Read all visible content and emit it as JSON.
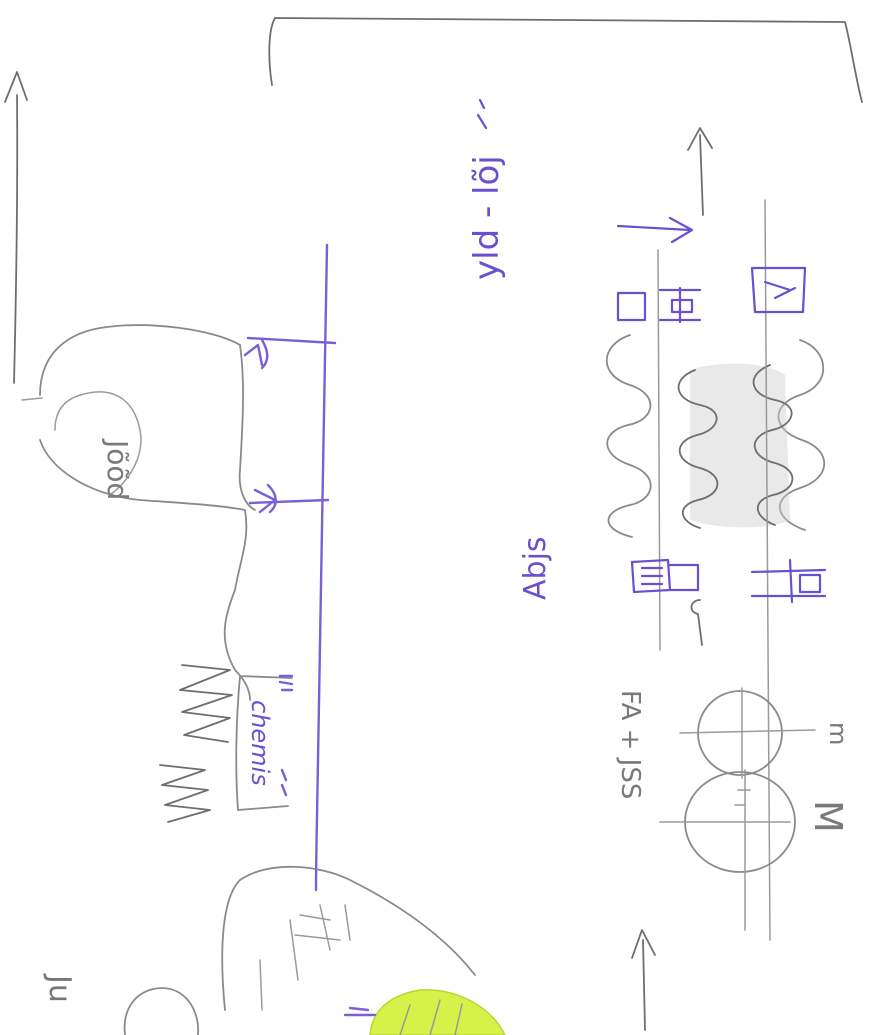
{
  "labels": {
    "gap_label": "Jõõd",
    "chemis_label": "chemis",
    "yield_label": "yld - lõj",
    "force_label": "Abjs",
    "fa_label": "FA + JSS",
    "m_small": "m",
    "m_large": "M",
    "corner_label": "Ju"
  },
  "colors": {
    "pencil": "#8a8a8a",
    "ink": "#7a5fd6",
    "highlight": "#d6f24a"
  }
}
